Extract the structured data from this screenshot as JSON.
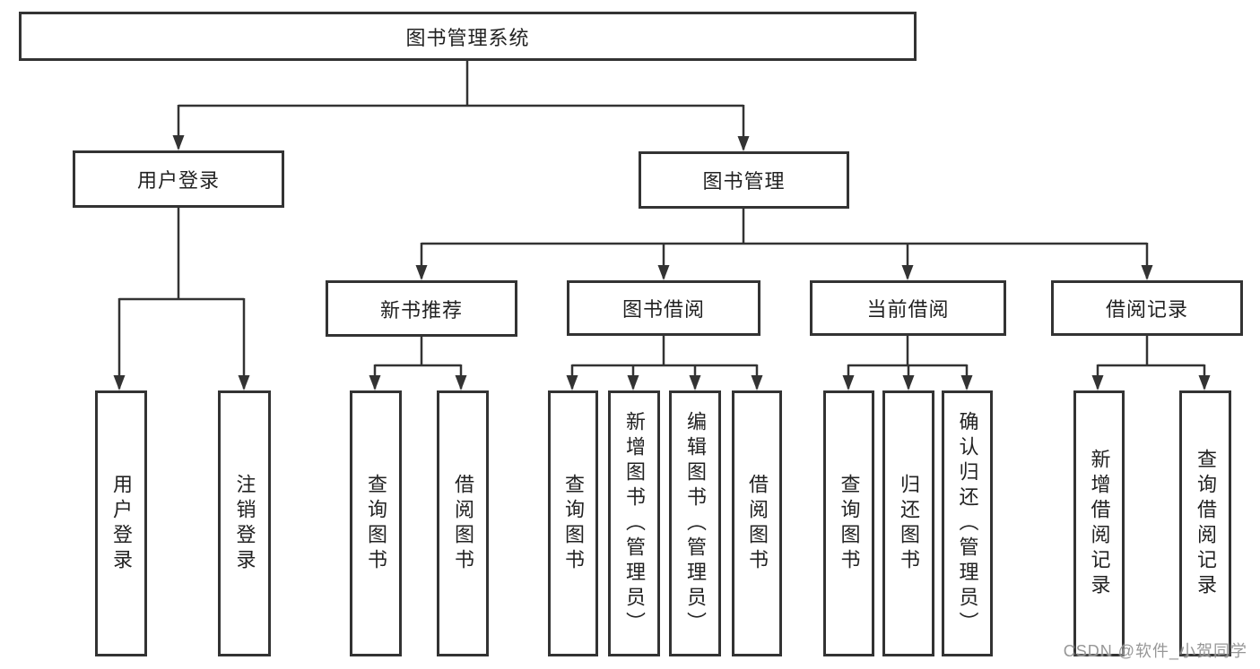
{
  "tree": {
    "root": "图书管理系统",
    "login": {
      "label": "用户登录",
      "leaves": [
        "用户登录",
        "注销登录"
      ]
    },
    "management": {
      "label": "图书管理",
      "children": [
        {
          "label": "新书推荐",
          "leaves": [
            "查询图书",
            "借阅图书"
          ]
        },
        {
          "label": "图书借阅",
          "leaves": [
            "查询图书",
            "新增图书（管理员）",
            "编辑图书（管理员）",
            "借阅图书"
          ]
        },
        {
          "label": "当前借阅",
          "leaves": [
            "查询图书",
            "归还图书",
            "确认归还（管理员）"
          ]
        },
        {
          "label": "借阅记录",
          "leaves": [
            "新增借阅记录",
            "查询借阅记录"
          ]
        }
      ]
    }
  },
  "colors": {
    "line": "#333333",
    "text": "#222222",
    "background": "#ffffff"
  },
  "watermark": "CSDN @软件_小贺同学"
}
